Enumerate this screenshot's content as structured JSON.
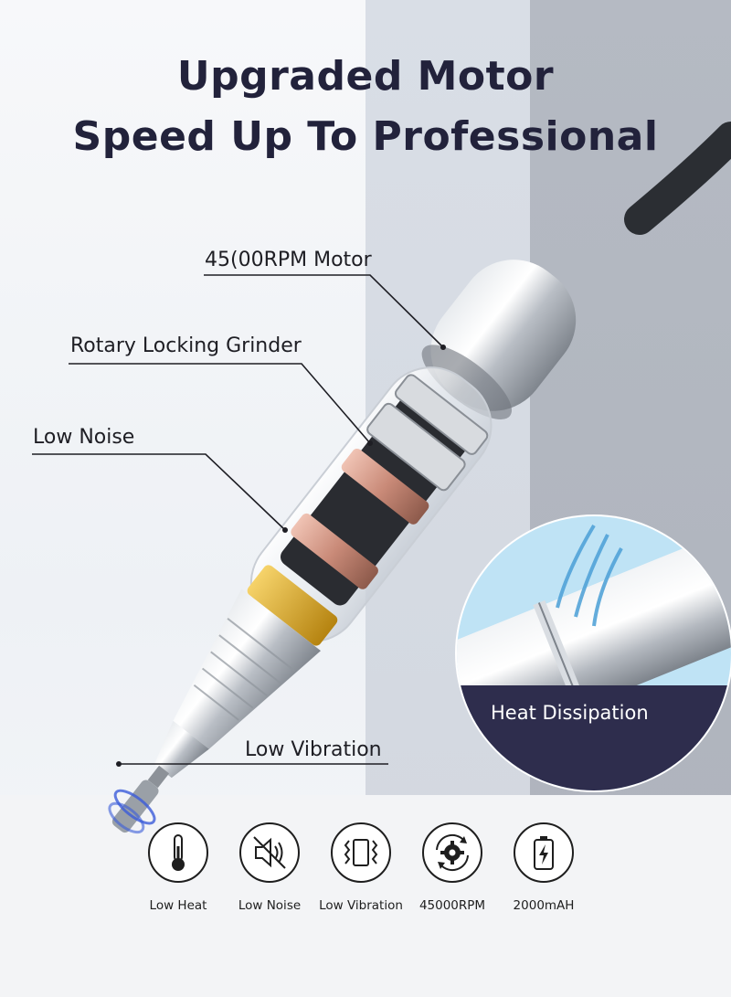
{
  "headline": {
    "line1": "Upgraded Motor",
    "line2": "Speed Up To Professional"
  },
  "callouts": {
    "motor": "45(00RPM Motor",
    "grinder": "Rotary Locking Grinder",
    "noise": "Low Noise",
    "vibration": "Low Vibration"
  },
  "inset": {
    "label": "Heat Dissipation"
  },
  "features": [
    {
      "icon": "thermometer-icon",
      "label": "Low Heat"
    },
    {
      "icon": "muted-speaker-icon",
      "label": "Low Noise"
    },
    {
      "icon": "vibration-icon",
      "label": "Low Vibration"
    },
    {
      "icon": "gear-rotation-icon",
      "label": "45000RPM"
    },
    {
      "icon": "battery-icon",
      "label": "2000mAH"
    }
  ],
  "colors": {
    "headline": "#22223b",
    "inset_band": "#2e2d4d",
    "copper": "#c98a78",
    "gold": "#d6a520"
  }
}
